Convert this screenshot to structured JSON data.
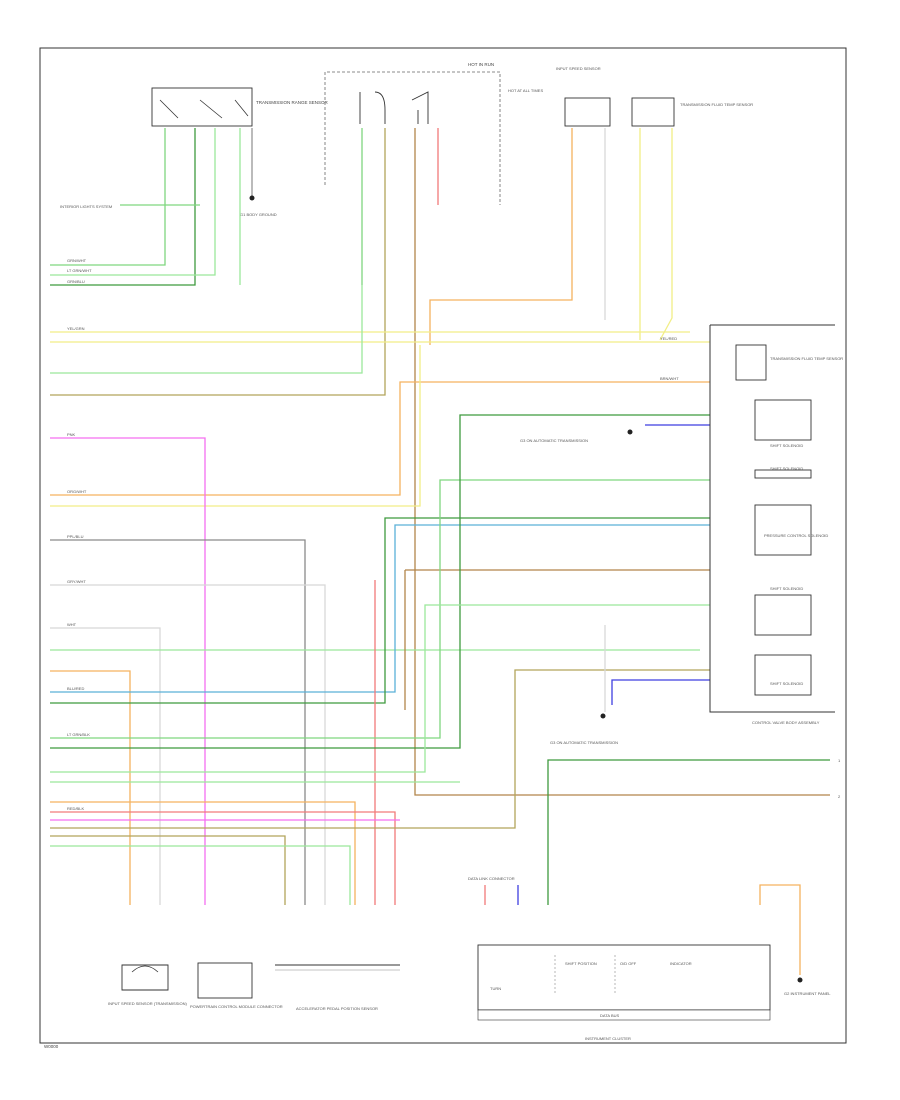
{
  "page_label": "W0000",
  "colors": {
    "green": "#7fd67f",
    "light_green": "#9be89b",
    "dark_green": "#3f9a3f",
    "yellow": "#f2ee86",
    "orange": "#f5b25f",
    "pink": "#f56ff0",
    "red": "#f27a7a",
    "blue": "#3f3fe0",
    "light_blue": "#5ab0d8",
    "olive": "#b2a55a",
    "brown": "#b2854a",
    "gray": "#8a8a8a",
    "white_wire": "#d8d8d8",
    "ground": "#222222"
  },
  "components": {
    "top_switch_left": "TRANSMISSION RANGE SENSOR",
    "ground_1": "G1 BODY GROUND",
    "top_relay_mid": "HOT IN RUN",
    "hot_at_all_times": "HOT AT ALL TIMES",
    "top_right_1": "INPUT SPEED SENSOR",
    "top_right_2": "TRANSMISSION FLUID TEMP SENSOR",
    "left_ref": "INTERIOR LIGHTS SYSTEM",
    "solenoid_block_title": "CONTROL VALVE BODY ASSEMBLY",
    "solenoid_1": "TRANSMISSION FLUID TEMP SENSOR",
    "solenoid_2": "SHIFT SOLENOID",
    "solenoid_3": "SHIFT SOLENOID",
    "solenoid_4": "PRESSURE CONTROL SOLENOID",
    "solenoid_5": "SHIFT SOLENOID",
    "solenoid_6": "SHIFT SOLENOID",
    "ground_top": "G3 ON AUTOMATIC TRANSMISSION",
    "ground_bottom": "G3 ON AUTOMATIC TRANSMISSION",
    "bottom_1": "INPUT SPEED SENSOR (TRANSMISSION)",
    "bottom_2": "POWERTRAIN CONTROL MODULE CONNECTOR",
    "bottom_3": "ACCELERATOR PEDAL POSITION SENSOR",
    "cluster_label": "INSTRUMENT CLUSTER",
    "cluster_bus": "DATA BUS",
    "cluster_inner_1": "TURN",
    "cluster_inner_2": "SHIFT POSITION",
    "cluster_inner_3": "O/D OFF",
    "cluster_inner_4": "INDICATOR",
    "cluster_top": "DATA LINK CONNECTOR",
    "bottom_right": "G2 INSTRUMENT PANEL",
    "pin_a": "1",
    "pin_b": "2"
  },
  "wire_labels": {
    "w1": "GRN/WHT",
    "w2": "LT GRN/WHT",
    "w3": "GRN/BLU",
    "w4": "YEL/GRN",
    "w5": "ORG/WHT",
    "w6": "PPL/BLU",
    "w7": "PNK",
    "w8": "GRY/WHT",
    "w9": "BLU/RED",
    "w10": "LT GRN/BLK",
    "w11": "RED/BLK",
    "w12": "WHT",
    "w13": "BRN/WHT",
    "w14": "YEL/RED"
  }
}
